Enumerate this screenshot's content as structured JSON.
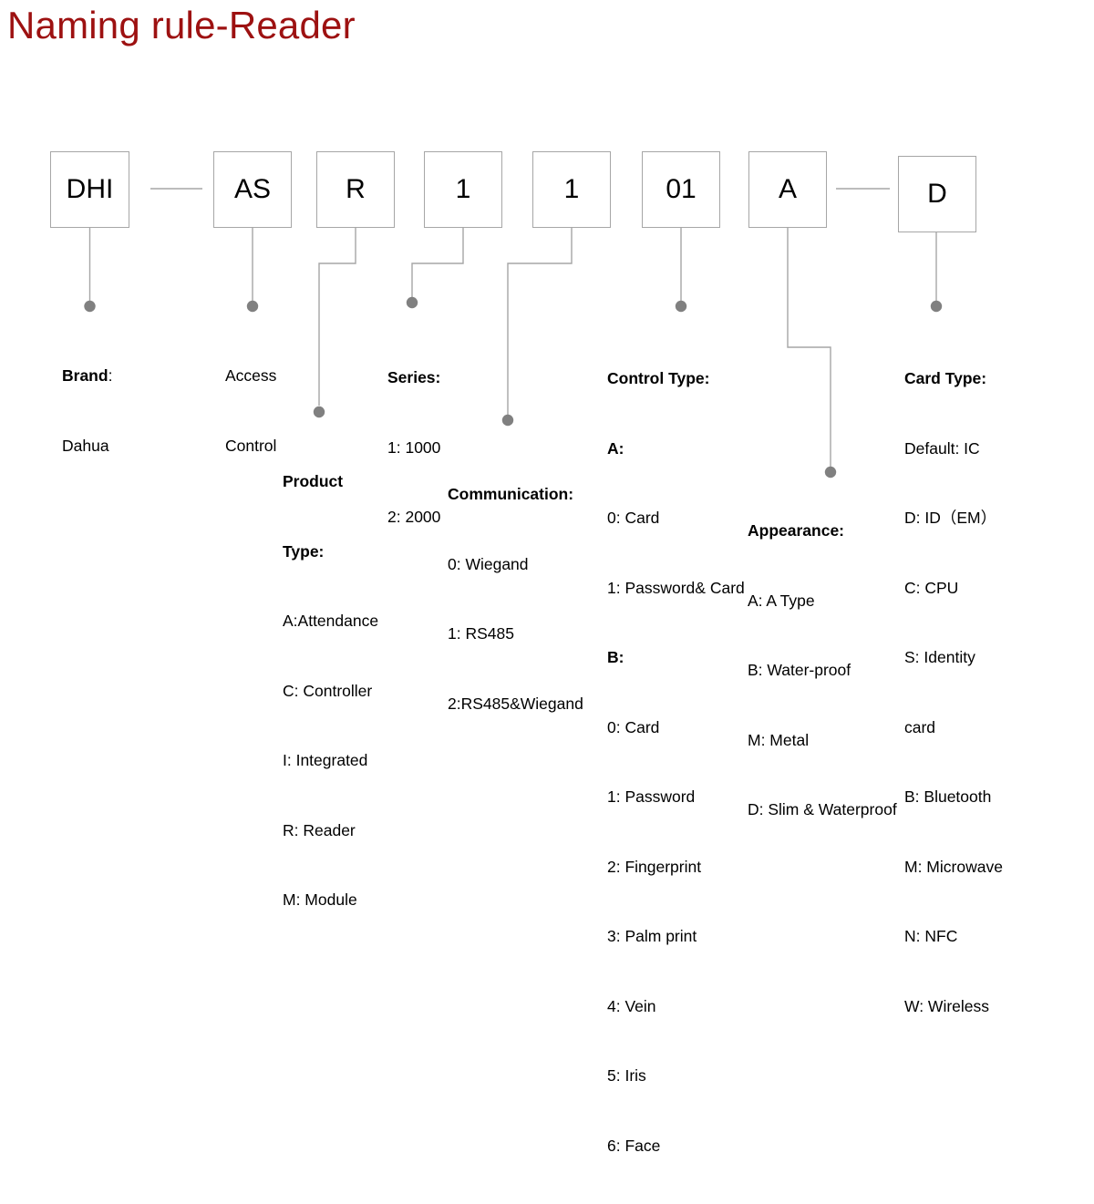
{
  "title": "Naming rule-Reader",
  "accent_color": "#9d1111",
  "box_border_color": "#a6a6a6",
  "leader_color": "#a6a6a6",
  "dot_color": "#808080",
  "code_boxes": [
    {
      "id": "brand",
      "value": "DHI"
    },
    {
      "id": "access-control",
      "value": "AS"
    },
    {
      "id": "product-type",
      "value": "R"
    },
    {
      "id": "series",
      "value": "1"
    },
    {
      "id": "communication",
      "value": "1"
    },
    {
      "id": "control-type",
      "value": "01"
    },
    {
      "id": "appearance",
      "value": "A"
    },
    {
      "id": "card-type",
      "value": "D"
    }
  ],
  "legends": {
    "brand": {
      "heading": "Brand",
      "heading_suffix": ":",
      "items": [
        "Dahua"
      ]
    },
    "access_control": {
      "lines": [
        "Access",
        "Control"
      ]
    },
    "product_type": {
      "heading": "Product",
      "heading2": "Type:",
      "items": [
        "A:Attendance",
        "C: Controller",
        "I: Integrated",
        "R: Reader",
        "M: Module"
      ]
    },
    "series": {
      "heading": "Series:",
      "items": [
        "1: 1000",
        "2: 2000"
      ]
    },
    "communication": {
      "heading": "Communication:",
      "items": [
        "0: Wiegand",
        "1: RS485",
        "2:RS485&Wiegand"
      ]
    },
    "control_type": {
      "heading": "Control Type:",
      "group_a_label": "A:",
      "group_a_items": [
        "0: Card",
        "1: Password& Card"
      ],
      "group_b_label": "B:",
      "group_b_items": [
        "0: Card",
        "1: Password",
        "2: Fingerprint",
        "3: Palm print",
        "4: Vein",
        "5: Iris",
        "6: Face"
      ]
    },
    "appearance": {
      "heading": "Appearance:",
      "items": [
        "A: A Type",
        "B: Water-proof",
        "M: Metal",
        "D: Slim & Waterproof"
      ]
    },
    "card_type": {
      "heading": "Card Type:",
      "items": [
        "Default: IC",
        "D: ID（EM）",
        "C: CPU",
        "S: Identity",
        "card",
        "B: Bluetooth",
        "M: Microwave",
        "N: NFC",
        "W: Wireless"
      ]
    }
  }
}
